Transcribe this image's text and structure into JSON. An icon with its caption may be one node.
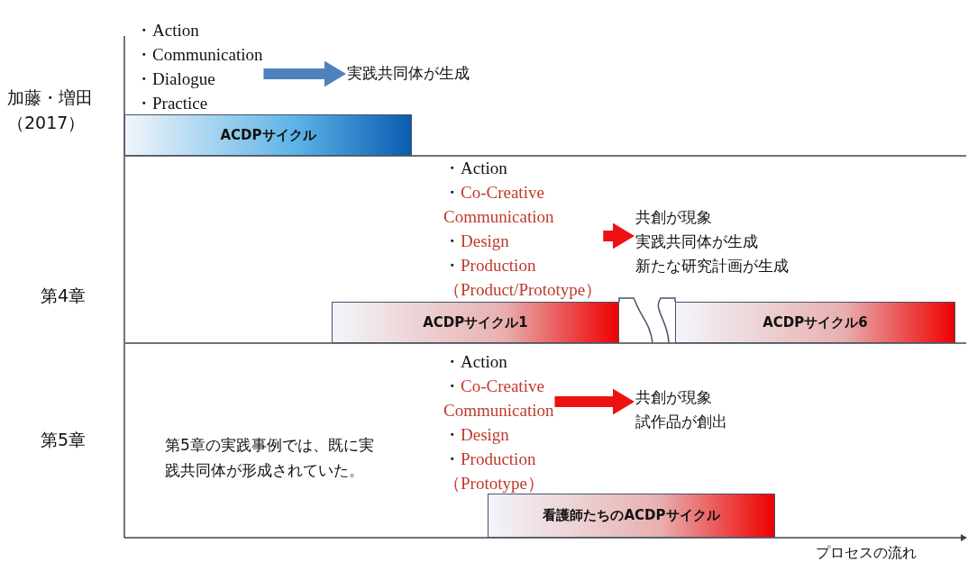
{
  "diagram": {
    "nodes": [
      {
        "text": [
          "・Action",
          "・Communication",
          "・Dialogue",
          "・Practice"
        ]
      },
      {
        "text": [
          "実践共同体が生成"
        ]
      },
      {
        "text": [
          "ACDPサイクル"
        ]
      },
      {
        "text": [
          "・Action",
          "・Co-Creative Communication",
          "・Design",
          "・Production",
          "（Product/Prototype）"
        ]
      },
      {
        "text": [
          "共創が現象",
          "実践共同体が生成",
          "新たな研究計画が生成"
        ]
      },
      {
        "text": [
          "ACDPサイクル1"
        ]
      },
      {
        "text": [
          "ACDPサイクル6"
        ]
      },
      {
        "text": [
          "・Action",
          "・Co-Creative Communication",
          "・Design",
          "・Production",
          "（Prototype）"
        ]
      },
      {
        "text": [
          "共創が現象",
          "試作品が創出"
        ]
      },
      {
        "text": [
          "看護師たちのACDPサイクル"
        ]
      }
    ],
    "edges": [
      {
        "from": 0,
        "to": 1,
        "arrow": "to",
        "color": "#4f81bd"
      },
      {
        "from": 3,
        "to": 4,
        "arrow": "to"
      },
      {
        "from": 7,
        "to": 8,
        "arrow": "to"
      }
    ],
    "labels": [
      "加藤・増田（2017）",
      "第4章",
      "第5章",
      "第5章の実践事例では、既に実践共同体が形成されていた。",
      "プロセスの流れ"
    ]
  }
}
